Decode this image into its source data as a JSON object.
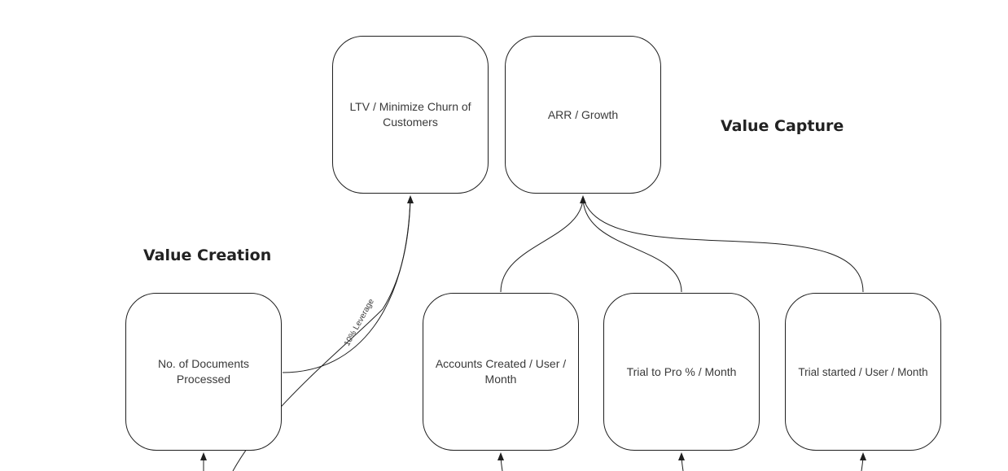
{
  "headings": {
    "value_capture": "Value Capture",
    "value_creation": "Value Creation"
  },
  "nodes": {
    "ltv": "LTV / Minimize Churn of Customers",
    "arr": "ARR / Growth",
    "documents": "No. of Documents Processed",
    "accounts": "Accounts Created / User / Month",
    "trial_to_pro": "Trial to Pro % / Month",
    "trial_started": "Trial started / User / Month"
  },
  "edges": {
    "leverage_label": "10% Leverage"
  },
  "colors": {
    "stroke": "#1f1f1f",
    "text": "#3a3a3a",
    "background": "#ffffff"
  }
}
